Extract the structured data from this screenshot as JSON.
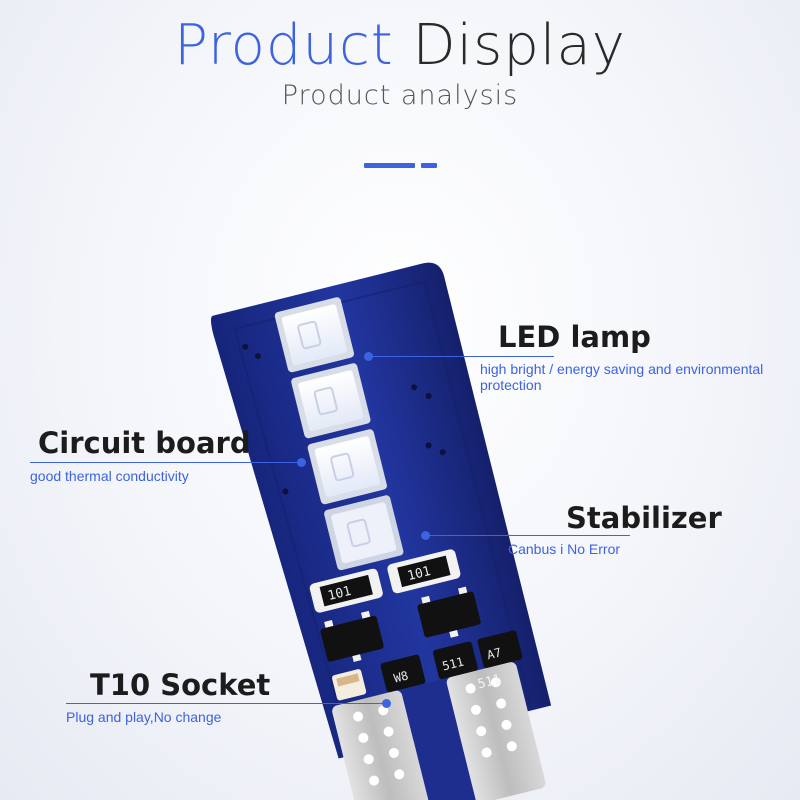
{
  "header": {
    "title_part1": "Product",
    "title_part2": "Display",
    "subtitle": "Product analysis"
  },
  "callouts": {
    "led": {
      "title": "LED lamp",
      "desc": "high bright /  energy saving and environmental protection"
    },
    "circuit": {
      "title": "Circuit board",
      "desc": "good thermal conductivity"
    },
    "stabilizer": {
      "title": "Stabilizer",
      "desc": "Canbus i No Error"
    },
    "socket": {
      "title": "T10 Socket",
      "desc": "Plug and play,No change"
    }
  },
  "board_markings": {
    "resistor_1": "101",
    "resistor_2": "101",
    "transistor_1": "511",
    "transistor_2": "A7",
    "diode": "W8",
    "board_code": "511"
  },
  "colors": {
    "accent": "#3d63e0",
    "pcb": "#1f2f8c",
    "led": "#f4f6ff",
    "contact": "#c9c9c9"
  }
}
